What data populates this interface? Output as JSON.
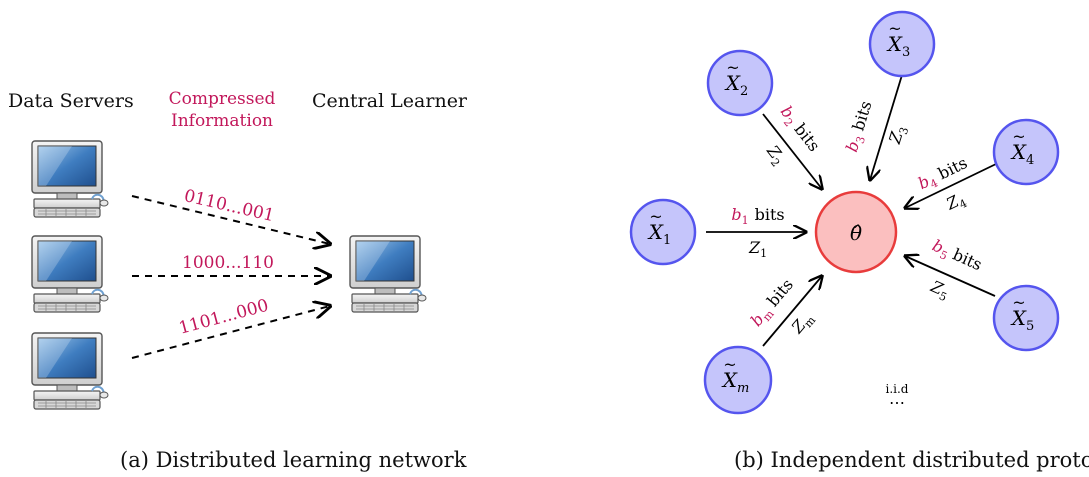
{
  "left": {
    "data_servers_label": "Data Servers",
    "compressed_label_line1": "Compressed",
    "compressed_label_line2": "Information",
    "central_learner_label": "Central Learner",
    "messages": [
      "0110...001",
      "1000...110",
      "1101...000"
    ],
    "caption": "(a) Distributed learning network"
  },
  "right": {
    "center": "θ̂",
    "nodes": {
      "x1": {
        "base": "X",
        "sub": "1"
      },
      "x2": {
        "base": "X",
        "sub": "2"
      },
      "x3": {
        "base": "X",
        "sub": "3"
      },
      "x4": {
        "base": "X",
        "sub": "4"
      },
      "x5": {
        "base": "X",
        "sub": "5"
      },
      "xm": {
        "base": "X",
        "sub": "m"
      }
    },
    "edges": {
      "e1": {
        "b": "b",
        "bsub": "1",
        "bits": "bits",
        "z": "Z",
        "zsub": "1"
      },
      "e2": {
        "b": "b",
        "bsub": "2",
        "bits": "bits",
        "z": "Z",
        "zsub": "2"
      },
      "e3": {
        "b": "b",
        "bsub": "3",
        "bits": "bits",
        "z": "Z",
        "zsub": "3"
      },
      "e4": {
        "b": "b",
        "bsub": "4",
        "bits": "bits",
        "z": "Z",
        "zsub": "4"
      },
      "e5": {
        "b": "b",
        "bsub": "5",
        "bits": "bits",
        "z": "Z",
        "zsub": "5"
      },
      "em": {
        "b": "b",
        "bsub": "m",
        "bits": "bits",
        "z": "Z",
        "zsub": "m"
      }
    },
    "iid": "i.i.d",
    "dots": "⋯",
    "caption": "(b) Independent distributed protocol"
  },
  "colors": {
    "magenta": "#c2185b",
    "node_fill": "#c5c5fb",
    "node_stroke": "#5555ee",
    "center_fill": "#fbbfbf",
    "center_stroke": "#e83c3c"
  }
}
